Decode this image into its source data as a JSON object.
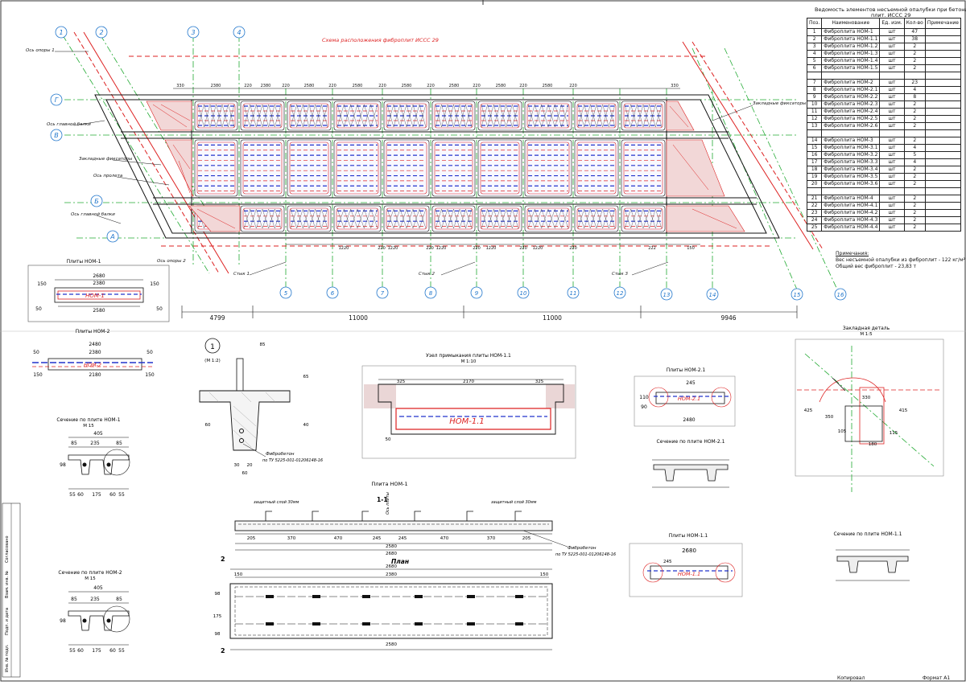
{
  "statement": {
    "title_line1": "Ведомость элементов несъемной опалубки при бетонировании",
    "title_line2": "плит. ИССС 29",
    "columns": [
      "Поз.",
      "Наименование",
      "Ед. изм.",
      "Кол-во",
      "Примечание"
    ],
    "rows": [
      [
        "1",
        "Фиброплита НОМ-1",
        "шт",
        "47",
        ""
      ],
      [
        "2",
        "Фиброплита НОМ-1.1",
        "шт",
        "38",
        ""
      ],
      [
        "3",
        "Фиброплита НОМ-1.2",
        "шт",
        "2",
        ""
      ],
      [
        "4",
        "Фиброплита НОМ-1.3",
        "шт",
        "2",
        ""
      ],
      [
        "5",
        "Фиброплита НОМ-1.4",
        "шт",
        "2",
        ""
      ],
      [
        "6",
        "Фиброплита НОМ-1.5",
        "шт",
        "2",
        ""
      ],
      [
        "",
        "",
        "",
        "",
        ""
      ],
      [
        "7",
        "Фиброплита НОМ-2",
        "шт",
        "23",
        ""
      ],
      [
        "8",
        "Фиброплита НОМ-2.1",
        "шт",
        "4",
        ""
      ],
      [
        "9",
        "Фиброплита НОМ-2.2",
        "шт",
        "8",
        ""
      ],
      [
        "10",
        "Фиброплита НОМ-2.3",
        "шт",
        "2",
        ""
      ],
      [
        "11",
        "Фиброплита НОМ-2.4",
        "шт",
        "2",
        ""
      ],
      [
        "12",
        "Фиброплита НОМ-2.5",
        "шт",
        "2",
        ""
      ],
      [
        "13",
        "Фиброплита НОМ-2.6",
        "шт",
        "2",
        ""
      ],
      [
        "",
        "",
        "",
        "",
        ""
      ],
      [
        "14",
        "Фиброплита НОМ-3",
        "шт",
        "2",
        ""
      ],
      [
        "15",
        "Фиброплита НОМ-3.1",
        "шт",
        "4",
        ""
      ],
      [
        "16",
        "Фиброплита НОМ-3.2",
        "шт",
        "5",
        ""
      ],
      [
        "17",
        "Фиброплита НОМ-3.3",
        "шт",
        "4",
        ""
      ],
      [
        "18",
        "Фиброплита НОМ-3.4",
        "шт",
        "2",
        ""
      ],
      [
        "19",
        "Фиброплита НОМ-3.5",
        "шт",
        "2",
        ""
      ],
      [
        "20",
        "Фиброплита НОМ-3.6",
        "шт",
        "2",
        ""
      ],
      [
        "",
        "",
        "",
        "",
        ""
      ],
      [
        "21",
        "Фиброплита НОМ-4",
        "шт",
        "2",
        ""
      ],
      [
        "22",
        "Фиброплита НОМ-4.1",
        "шт",
        "2",
        ""
      ],
      [
        "23",
        "Фиброплита НОМ-4.2",
        "шт",
        "2",
        ""
      ],
      [
        "24",
        "Фиброплита НОМ-4.3",
        "шт",
        "2",
        ""
      ],
      [
        "25",
        "Фиброплита НОМ-4.4",
        "шт",
        "2",
        ""
      ]
    ]
  },
  "notes": {
    "header": "Примечания:",
    "line1": "Вес несъемной опалубки из фиброплит - 122 кг/м²",
    "line2": "Общий вес фиброплит - 23,83 т"
  },
  "plan": {
    "caption": "Схема расположения фиброплит ИССС 29",
    "axes_top": [
      "1",
      "2",
      "3",
      "4"
    ],
    "axes_bottom": [
      "5",
      "6",
      "7",
      "8",
      "9",
      "10",
      "11",
      "12",
      "13",
      "14",
      "15",
      "16"
    ],
    "rows": [
      "Г",
      "В",
      "Б",
      "А"
    ],
    "callouts": [
      "Ось опоры 1",
      "Ось главной балки",
      "Закладные фиксаторы",
      "Ось пролета",
      "Ось главной балки",
      "Закладные фиксаторы",
      "Ось опоры 2"
    ],
    "supports": [
      "Стык 1",
      "Стык 2",
      "Стык 3"
    ],
    "dims_bottom": [
      "4799",
      "11000",
      "11000",
      "9946"
    ],
    "dims_top": [
      "330",
      "2380",
      "220",
      "2380",
      "220",
      "2580",
      "220",
      "2580",
      "220",
      "2580",
      "220",
      "2580",
      "220",
      "2580",
      "220",
      "2580",
      "220",
      "330"
    ],
    "dims_mid": [
      "1220",
      "220",
      "1220",
      "220",
      "1220",
      "220",
      "1220",
      "220",
      "1220",
      "220",
      "222",
      "150"
    ]
  },
  "details": {
    "nom1_title": "Плиты НОМ-1",
    "nom1_dims": [
      "2680",
      "2380",
      "150",
      "150",
      "2580",
      "50",
      "50"
    ],
    "nom1_tag": "НОМ-1",
    "nom2_title": "Плиты НОМ-2",
    "nom2_dims": [
      "2480",
      "2380",
      "50",
      "50",
      "2180",
      "150",
      "150"
    ],
    "nom2_tag": "НОМ-2",
    "sec1_title": "Сечение по плите НОМ-1",
    "sec1_scale": "М 15",
    "sec1_dims": [
      "405",
      "85",
      "235",
      "85",
      "55",
      "60",
      "175",
      "60",
      "55",
      "98"
    ],
    "sec2_title": "Сечение по плите НОМ-2",
    "sec2_scale": "М 15",
    "sec2_dims": [
      "405",
      "85",
      "235",
      "85",
      "55",
      "60",
      "175",
      "60",
      "55",
      "98"
    ],
    "node1_id": "1",
    "node1_scale": "(М 1:2)",
    "node1_note1": "Фибробетон",
    "node1_note2": "по ТУ 5225-001-01206148-16",
    "node1_dims": [
      "85",
      "65",
      "40",
      "60",
      "30",
      "20",
      "60"
    ],
    "joint_title": "Узел примыкания плиты НОМ-1.1",
    "joint_scale": "М 1:10",
    "joint_tag": "НОМ-1.1",
    "joint_dims": [
      "325",
      "2170",
      "325",
      "50"
    ],
    "nom21_title": "Плиты НОМ-2.1",
    "nom21_tag": "НОМ-2.1",
    "nom21_dims": [
      "245",
      "2480",
      "110",
      "90"
    ],
    "sec21_title": "Сечение по плите НОМ-2.1",
    "nom11_title": "Плиты НОМ-1.1",
    "nom11_tag": "НОМ-1.1",
    "nom11_dims": [
      "2680",
      "245"
    ],
    "sec11_title": "Сечение по плите НОМ-1.1",
    "embed_title": "Закладная деталь",
    "embed_scale": "М 1:5",
    "embed_dims": [
      "330",
      "180",
      "425",
      "350",
      "415",
      "105",
      "115"
    ],
    "slab_title": "Плита НОМ-1",
    "cut_label": "1-1",
    "cut_notes": [
      "защитный слой 30мм",
      "защитный слой 30мм",
      "Ось плиты"
    ],
    "cut_dims": [
      "205",
      "370",
      "470",
      "245",
      "245",
      "470",
      "370",
      "205",
      "2580",
      "2680"
    ],
    "fiber_note1": "Фибробетон",
    "fiber_note2": "по ТУ 5225-001-01206148-16",
    "plan_label": "План",
    "plan_dims": [
      "2680",
      "2380",
      "150",
      "150",
      "2580",
      "98",
      "175",
      "98"
    ],
    "section_marks": [
      "2",
      "2"
    ]
  },
  "stamp": {
    "copied": "Копировал",
    "format": "Формат А1",
    "stripe": [
      "Взам. инв. №",
      "Подп. и дата",
      "Инв. № подл.",
      "Согласовано"
    ]
  },
  "colors": {
    "grid": "#22aa33",
    "red": "#dd2222",
    "blue": "#2233cc",
    "black": "#111111"
  }
}
